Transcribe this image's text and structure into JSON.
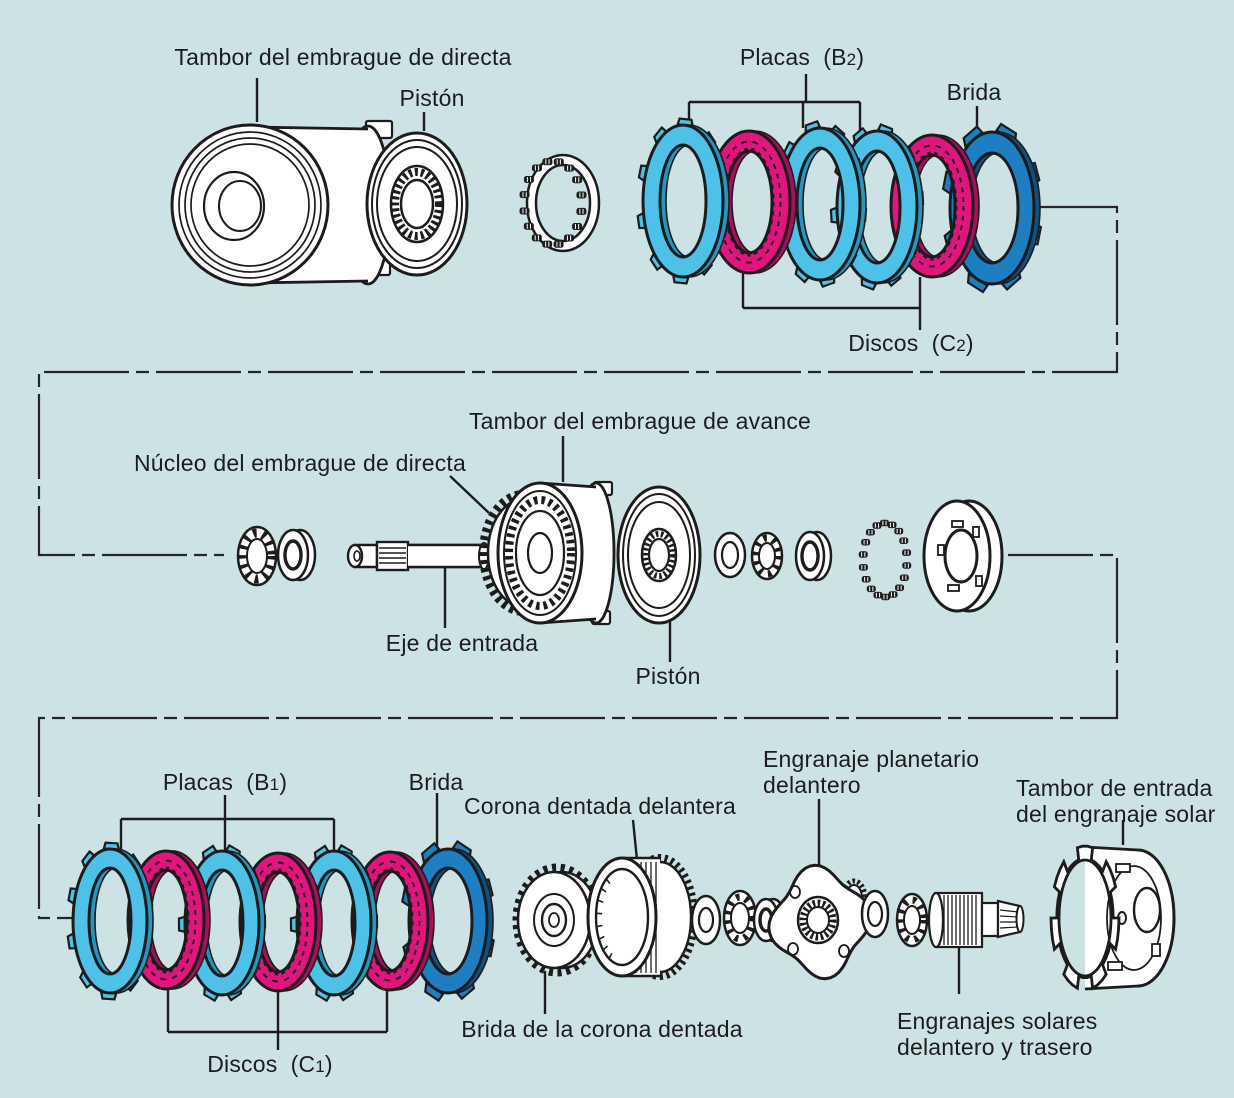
{
  "colors": {
    "background": "#cde2e5",
    "part_fill": "#ffffff",
    "outline": "#1c1c1c",
    "plate_blue": "#4ec1e8",
    "plate_blue_shade": "#2795c2",
    "disc_pink": "#e2157e",
    "disc_pink_shade": "#a80e5e",
    "flange_blue": "#1d7fc1",
    "flange_blue_shade": "#11507e"
  },
  "labels": {
    "top_drum": "Tambor del embrague de directa",
    "top_piston": "Pistón",
    "top_placas": {
      "pre": "Placas  (B",
      "sub": "2",
      "post": ")"
    },
    "top_brida": "Brida",
    "top_discos": {
      "pre": "Discos  (C",
      "sub": "2",
      "post": ")"
    },
    "mid_drum": "Tambor del embrague de avance",
    "mid_nucleo": "Núcleo del embrague de directa",
    "mid_shaft": "Eje de entrada",
    "mid_piston": "Pistón",
    "bottom_placas": {
      "pre": "Placas  (B",
      "sub": "1",
      "post": ")"
    },
    "bottom_brida": "Brida",
    "bottom_discos": {
      "pre": "Discos  (C",
      "sub": "1",
      "post": ")"
    },
    "bottom_corona": "Corona dentada delantera",
    "bottom_brida_corona": "Brida de la corona dentada",
    "bottom_planetario": "Engranaje planetario\ndelantero",
    "bottom_tambor_solar": "Tambor de entrada\ndel engranaje solar",
    "bottom_solares": "Engranajes solares\ndelantero y trasero"
  }
}
